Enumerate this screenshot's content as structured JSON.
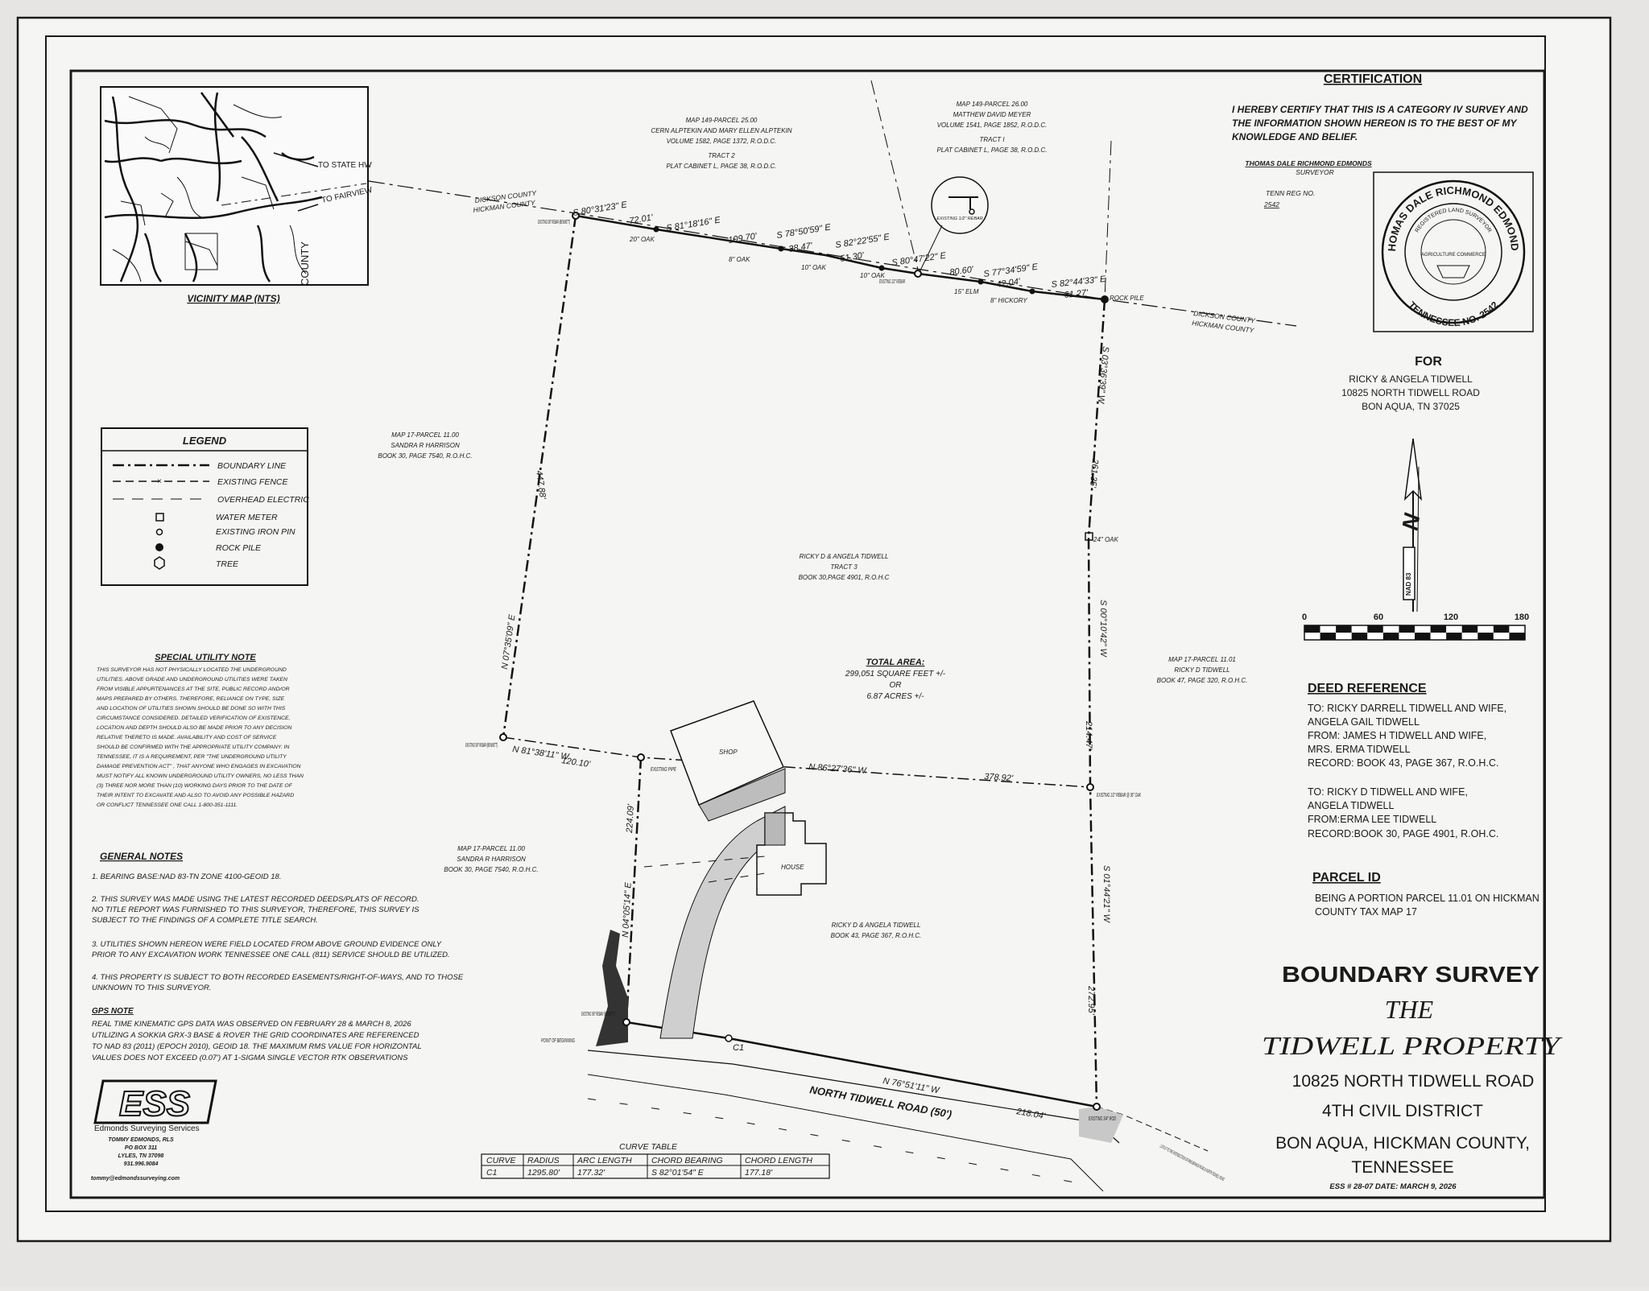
{
  "certification": {
    "heading": "CERTIFICATION",
    "lines": [
      "I HEREBY CERTIFY THAT THIS IS A CATEGORY IV SURVEY AND",
      "THE INFORMATION SHOWN HEREON IS TO THE BEST OF MY",
      "KNOWLEDGE AND BELIEF."
    ],
    "surveyor_name": "THOMAS DALE RICHMOND EDMONDS",
    "surveyor_title": "SURVEYOR",
    "reg_label": "TENN REG NO.",
    "reg_number": "2542"
  },
  "seal": {
    "outer_text": "THOMAS DALE RICHMOND EDMONDS",
    "bottom_text": "TENNESSEE NO. 2542",
    "inner_text": "REGISTERED LAND SURVEYOR",
    "center_text": "AGRICULTURE COMMERCE"
  },
  "client": {
    "heading": "FOR",
    "lines": [
      "RICKY & ANGELA TIDWELL",
      "10825 NORTH TIDWELL ROAD",
      "BON AQUA, TN 37025"
    ]
  },
  "north_arrow": {
    "letter": "N",
    "datum": "NAD 83"
  },
  "scale_bar": {
    "labels": [
      "0",
      "60",
      "120",
      "180"
    ],
    "segments": 14
  },
  "deed_reference": {
    "heading": "DEED REFERENCE",
    "block1": [
      "TO: RICKY DARRELL TIDWELL AND WIFE,",
      "ANGELA GAIL TIDWELL",
      "FROM: JAMES H TIDWELL AND WIFE,",
      "MRS. ERMA TIDWELL",
      "RECORD: BOOK 43, PAGE 367, R.O.H.C."
    ],
    "block2": [
      "TO: RICKY D TIDWELL AND WIFE,",
      "ANGELA TIDWELL",
      "FROM:ERMA LEE TIDWELL",
      "RECORD:BOOK 30, PAGE 4901, R.OH.C."
    ]
  },
  "parcel_id": {
    "heading": "PARCEL ID",
    "lines": [
      "BEING  A PORTION PARCEL 11.01 ON HICKMAN",
      "COUNTY TAX MAP 17"
    ]
  },
  "title_block": {
    "type": "BOUNDARY SURVEY",
    "name_line1": "THE",
    "name_line2": "TIDWELL PROPERTY",
    "address": "10825 NORTH TIDWELL ROAD",
    "district": "4TH CIVIL DISTRICT",
    "location": "BON AQUA, HICKMAN COUNTY,",
    "state": "TENNESSEE",
    "job": "ESS # 28-07  DATE: MARCH 9, 2026"
  },
  "vicinity_map": {
    "caption": "VICINITY MAP (NTS)",
    "to_state_hw": "TO STATE HW",
    "to_fairview": "TO FAIRVIEW",
    "county": "COUNTY"
  },
  "legend": {
    "title": "LEGEND",
    "items": [
      "BOUNDARY LINE",
      "EXISTING FENCE",
      "OVERHEAD ELECTRIC",
      "WATER METER",
      "EXISTING IRON PIN",
      "ROCK PILE",
      "TREE"
    ]
  },
  "special_note": {
    "heading": "SPECIAL UTILITY NOTE",
    "lines": [
      "THIS SURVEYOR HAS NOT PHYSICALLY LOCATED THE UNDERGROUND",
      "UTILITIES. ABOVE GRADE AND UNDERGROUND UTILITIES WERE TAKEN",
      "FROM VISIBLE APPURTENANCES AT THE SITE, PUBLIC RECORD AND/OR",
      "MAPS PREPARED BY OTHERS.  THEREFORE, RELIANCE ON TYPE, SIZE",
      "AND LOCATION OF UTILITIES SHOWN SHOULD BE DONE SO WITH THIS",
      "CIRCUMSTANCE CONSIDERED.  DETAILED VERIFICATION OF EXISTENCE,",
      "LOCATION AND DEPTH SHOULD ALSO BE MADE PRIOR TO ANY DECISION",
      "RELATIVE THERETO IS MADE.  AVAILABILITY AND COST OF SERVICE",
      "SHOULD BE CONFIRMED WITH THE APPROPRIATE UTILITY COMPANY.  IN",
      "TENNESSEE, IT IS A REQUIREMENT, PER \"THE UNDERGROUND UTILITY",
      "DAMAGE PREVENTION ACT\" , THAT ANYONE WHO ENGAGES IN EXCAVATION",
      "MUST NOTIFY ALL KNOWN UNDERGROUND UTILITY OWNERS, NO LESS THAN",
      "(3) THREE NOR MORE THAN (10) WORKING DAYS PRIOR TO THE DATE OF",
      "THEIR INTENT TO EXCAVATE AND ALSO TO AVOID ANY POSSIBLE HAZARD",
      "OR CONFLICT TENNESSEE ONE CALL  1-800-351-1111."
    ]
  },
  "general_notes": {
    "heading": "GENERAL NOTES",
    "notes": [
      [
        "1. BEARING BASE:NAD 83-TN ZONE 4100-GEOID 18."
      ],
      [
        "2. THIS SURVEY WAS MADE USING THE LATEST RECORDED DEEDS/PLATS OF RECORD.",
        "    NO TITLE REPORT WAS FURNISHED TO THIS SURVEYOR, THEREFORE, THIS SURVEY IS",
        "    SUBJECT TO THE FINDINGS OF A COMPLETE TITLE SEARCH."
      ],
      [
        "3. UTILITIES SHOWN HEREON WERE FIELD LOCATED FROM ABOVE GROUND EVIDENCE ONLY",
        "    PRIOR TO ANY EXCAVATION WORK TENNESSEE ONE CALL (811) SERVICE SHOULD BE UTILIZED."
      ],
      [
        "4. THIS PROPERTY IS SUBJECT TO BOTH RECORDED EASEMENTS/RIGHT-OF-WAYS, AND TO THOSE",
        "    UNKNOWN TO THIS SURVEYOR."
      ]
    ]
  },
  "gps_note": {
    "heading": "GPS NOTE",
    "lines": [
      "REAL TIME KINEMATIC GPS DATA WAS OBSERVED ON FEBRUARY 28 & MARCH 8, 2026",
      "UTILIZING A SOKKIA GRX-3 BASE & ROVER THE GRID COORDINATES  ARE REFERENCED",
      "TO NAD 83 (2011) (EPOCH 2010), GEOID 18. THE MAXIMUM RMS VALUE FOR HORIZONTAL",
      "VALUES DOES NOT EXCEED (0.07') AT 1-SIGMA SINGLE VECTOR RTK OBSERVATIONS"
    ]
  },
  "company": {
    "logo": "ESS",
    "name": "Edmonds Surveying Services",
    "lines": [
      "TOMMY EDMONDS, RLS",
      "PO BOX 311",
      "LYLES, TN 37098",
      "931.996.9084",
      "tommy@edmondssurveying.com"
    ]
  },
  "curve_table": {
    "title": "CURVE TABLE",
    "headers": [
      "CURVE",
      "RADIUS",
      "ARC LENGTH",
      "CHORD BEARING",
      "CHORD LENGTH"
    ],
    "rows": [
      [
        "C1",
        "1295.80'",
        "177.32'",
        "S 82°01'54\" E",
        "177.18'"
      ]
    ]
  },
  "plat": {
    "adjoiners": {
      "north_left": [
        "MAP 149-PARCEL 25.00",
        "CERN ALPTEKIN AND MARY ELLEN ALPTEKIN",
        "VOLUME 1582, PAGE 1372, R.O.D.C.",
        "",
        "TRACT 2",
        "PLAT CABINET L, PAGE 38, R.O.D.C."
      ],
      "north_right": [
        "MAP 149-PARCEL 26.00",
        "MATTHEW DAVID MEYER",
        "VOLUME 1541, PAGE 1852, R.O.D.C.",
        "",
        "TRACT I",
        "PLAT CABINET L, PAGE 38, R.O.D.C."
      ],
      "west_upper": [
        "MAP 17-PARCEL 11.00",
        "SANDRA R HARRISON",
        "BOOK 30, PAGE 7540, R.O.H.C."
      ],
      "west_lower": [
        "MAP 17-PARCEL 11.00",
        "SANDRA R HARRISON",
        "BOOK 30, PAGE 7540, R.O.H.C."
      ],
      "east": [
        "MAP 17-PARCEL 11.01",
        "RICKY D TIDWELL",
        "BOOK 47, PAGE 320, R.O.H.C."
      ],
      "tract3": [
        "RICKY D & ANGELA TIDWELL",
        "TRACT 3",
        "BOOK 30,PAGE 4901, R.O.H.C"
      ],
      "south_tract": [
        "RICKY D & ANGELA TIDWELL",
        "BOOK 43, PAGE 367, R.O.H.C."
      ]
    },
    "total_area": {
      "heading": "TOTAL AREA:",
      "lines": [
        "299,051 SQUARE FEET +/-",
        "OR",
        "6.87 ACRES +/-"
      ]
    },
    "county_line": {
      "north": "DICKSON COUNTY",
      "south": "HICKMAN COUNTY"
    },
    "bearings_north": [
      "S 80°31'23\" E",
      "72.01'",
      "S 81°18'16\" E",
      "109.70'",
      "S 78°50'59\" E",
      "38.47'",
      "S 82°22'55\" E",
      "51.30'",
      "S 80°47'22\" E",
      "80.60'",
      "S 77°34'59\" E",
      "42.04'",
      "S 82°44'33\" E",
      "61.27'"
    ],
    "trees_north": [
      "20\" OAK",
      "8\" OAK",
      "10\" OAK",
      "10\" OAK",
      "15\" ELM",
      "8\" HICKORY"
    ],
    "west_line": {
      "bearing": "N 07°35'09\" E",
      "distance": "447.88'"
    },
    "east_upper": {
      "bearing": "S 03°36'39\" W",
      "distance": "261.35'"
    },
    "east_mid": {
      "bearing": "S 00°10'42\" W",
      "distance": "214.47'"
    },
    "east_lower": {
      "bearing": "S 01°44'21\" W",
      "distance": "272.95'"
    },
    "interior": {
      "bearing1": "N 81°38'11\" W",
      "distance1": "120.10'",
      "bearing2": "N 86°27'36\" W",
      "distance2": "378.92'"
    },
    "inner_west": {
      "bearing": "N 04°05'14\" E",
      "distance": "224.09'"
    },
    "south_line": {
      "bearing": "N 76°51'11\" W",
      "distance": "218.04'"
    },
    "road": "NORTH TIDWELL ROAD (50')",
    "road_note": "1,074 LF TO THE INTERSECTION OF RIMS BRANCH ROAD & NORTH TIDWELL ROAD",
    "labels": {
      "shop": "SHOP",
      "house": "HOUSE",
      "rock_pile": "ROCK PILE",
      "oak24": "24\" OAK",
      "curve": "C1",
      "pob": "POINT OF BEGINNING",
      "existing_pipe": "EXISTING PIPE",
      "rebar_nw": "EXISTING 5/8\" REBAR (BENNETT)",
      "rebar_w": "EXISTING 5/8\" REBAR (BENNETT)",
      "rebar_sw": "EXISTING 5/8\" REBAR (BENNETT)",
      "rebar_n": "EXISTING 1/2\" REBAR",
      "rebar_detail": "EXISTING 1/2\" REBAR",
      "rebar_e": "EXISTING 1/2\" REBAR @ 36\" OAK",
      "rod_se": "EXISTING 3/4\" ROD"
    }
  }
}
